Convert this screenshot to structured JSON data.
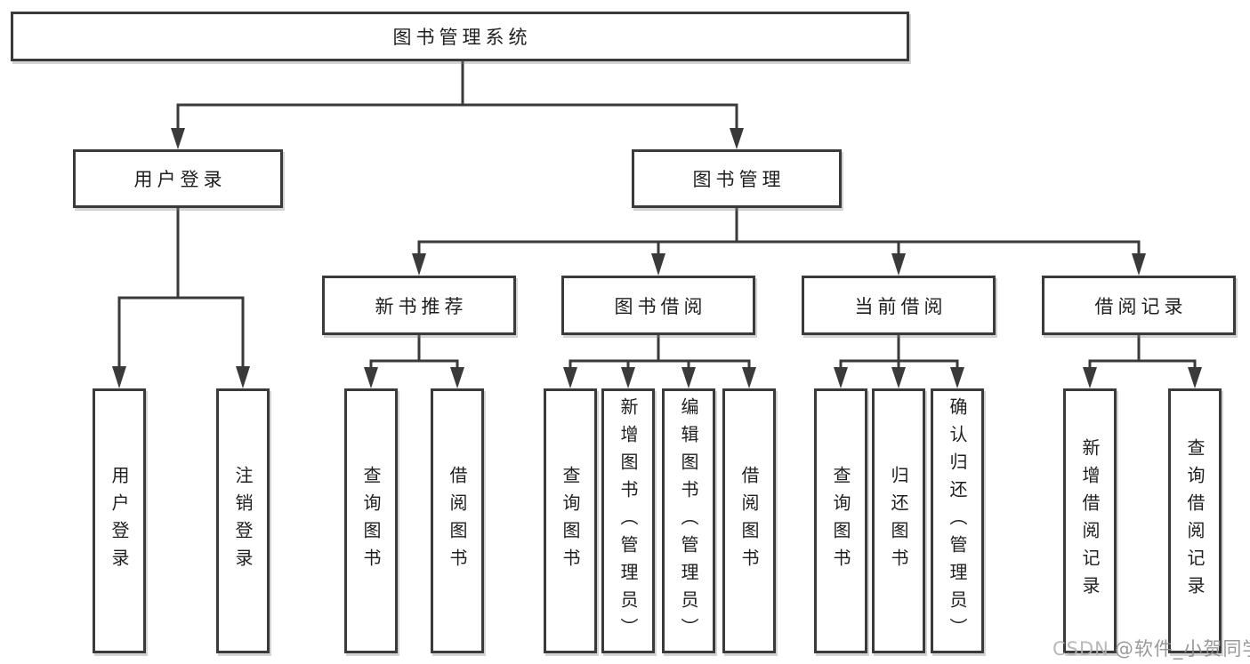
{
  "diagram": {
    "root": {
      "label": "图书管理系统",
      "children": [
        {
          "label": "用户登录",
          "children": [
            {
              "label": "用户登录"
            },
            {
              "label": "注销登录"
            }
          ]
        },
        {
          "label": "图书管理",
          "children": [
            {
              "label": "新书推荐",
              "children": [
                {
                  "label": "查询图书"
                },
                {
                  "label": "借阅图书"
                }
              ]
            },
            {
              "label": "图书借阅",
              "children": [
                {
                  "label": "查询图书"
                },
                {
                  "label": "新增图书（管理员）"
                },
                {
                  "label": "编辑图书（管理员）"
                },
                {
                  "label": "借阅图书"
                }
              ]
            },
            {
              "label": "当前借阅",
              "children": [
                {
                  "label": "查询图书"
                },
                {
                  "label": "归还图书"
                },
                {
                  "label": "确认归还（管理员）"
                }
              ]
            },
            {
              "label": "借阅记录",
              "children": [
                {
                  "label": "新增借阅记录"
                },
                {
                  "label": "查询借阅记录"
                }
              ]
            }
          ]
        }
      ]
    }
  },
  "watermark": {
    "prefix": "CSDN",
    "handle": "@软件_小贺同学"
  },
  "colors": {
    "line": "#3a3a3a",
    "box_border": "#3a3a3a",
    "box_fill": "#ffffff",
    "text": "#1f1f1f",
    "watermark": "#9a9a9a",
    "background": "#ffffff"
  }
}
